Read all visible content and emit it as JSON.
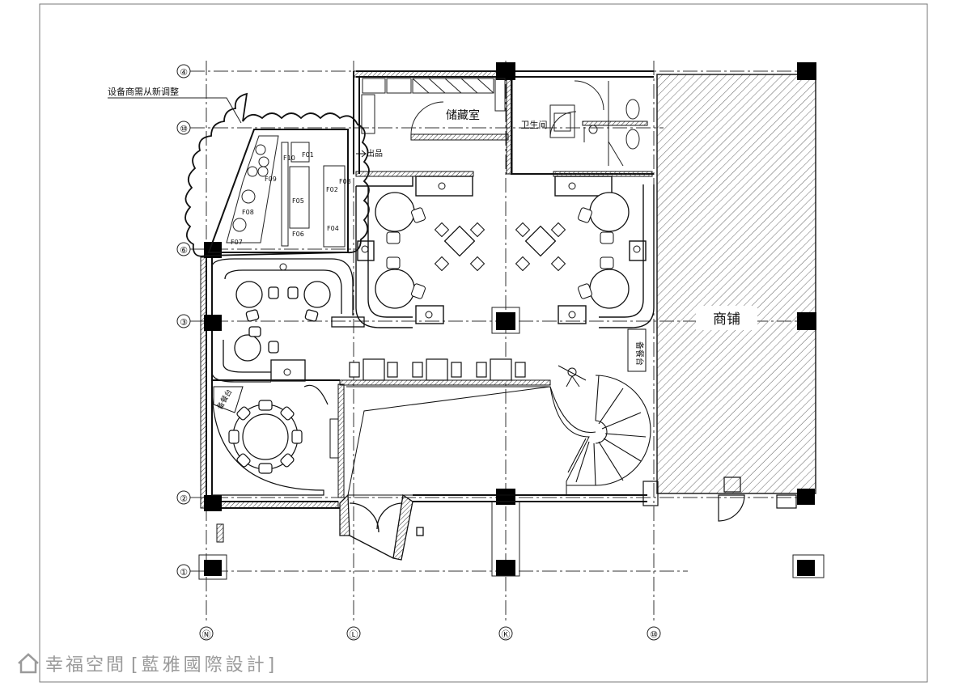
{
  "rooms": {
    "storage": "储藏室",
    "restroom": "卫生间",
    "shop": "商铺",
    "outgoing": "出品",
    "prep_counter": "备餐台",
    "prep_counter_2": "备餐台"
  },
  "note": "设备商需从新调整",
  "equipment": [
    "F01",
    "F02",
    "F03",
    "F04",
    "F05",
    "F06",
    "F07",
    "F08",
    "F09",
    "F10"
  ],
  "axes": {
    "rows": [
      "④",
      "⑩",
      "⑥",
      "③",
      "②",
      "①"
    ],
    "cols": [
      "Ⓝ",
      "Ⓛ",
      "Ⓚ",
      "⑩"
    ]
  },
  "watermark": {
    "brand": "幸福空間",
    "sub": "[藍雅國際設計]"
  },
  "colors": {
    "line": "#111111",
    "hatch": "#555555",
    "fill": "#000000",
    "watermark": "#9a9a9a"
  }
}
